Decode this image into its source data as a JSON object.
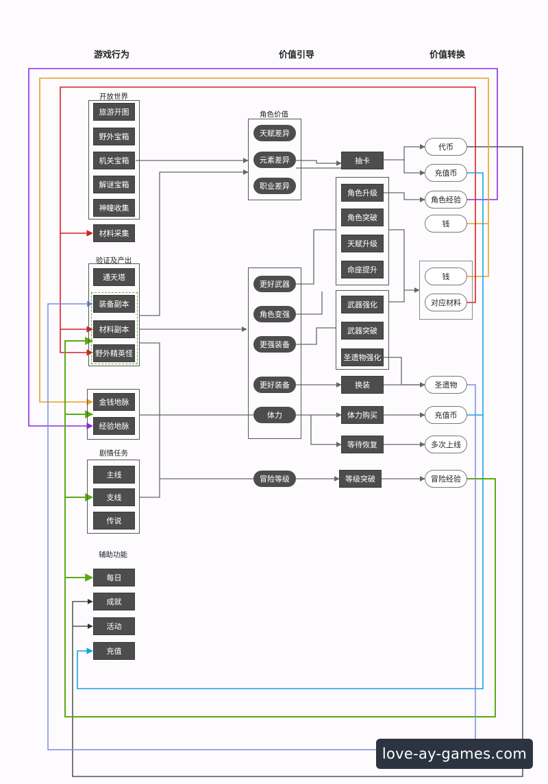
{
  "headers": {
    "behavior": "游戏行为",
    "guidance": "价值引导",
    "conversion": "价值转换"
  },
  "groups": {
    "open_world": {
      "title": "开放世界",
      "items": [
        "旅游开图",
        "野外宝箱",
        "机关宝箱",
        "解谜宝箱",
        "神瞳收集"
      ]
    },
    "material_gather": "材料采集",
    "verify_output": {
      "title": "验证及产出",
      "items": [
        "通天塔",
        "装备副本",
        "材料副本",
        "野外精英怪"
      ]
    },
    "ley_lines": {
      "items": [
        "金钱地脉",
        "经验地脉"
      ]
    },
    "quests": {
      "title": "剧情任务",
      "items": [
        "主线",
        "支线",
        "传说"
      ]
    },
    "aux": {
      "title": "辅助功能",
      "items": [
        "每日",
        "成就",
        "活动",
        "充值"
      ]
    },
    "role_value": {
      "title": "角色价值",
      "items": [
        "天赋差异",
        "元素差异",
        "职业差异"
      ]
    },
    "guidance_items": [
      "更好武器",
      "角色变强",
      "更强装备",
      "更好装备",
      "体力"
    ],
    "adventure_level": "冒险等级",
    "mid": {
      "gacha": "抽卡",
      "role_upgrade": [
        "角色升级",
        "角色突破",
        "天赋升级",
        "命座提升"
      ],
      "weapon": [
        "武器强化",
        "武器突破",
        "圣遗物强化"
      ],
      "swap": "换装",
      "stamina_buy": "体力购买",
      "wait_recover": "等待恢复",
      "level_break": "等级突破"
    },
    "conversion": {
      "token": "代币",
      "topup_coin": "充值币",
      "role_exp": "角色经验",
      "money": "钱",
      "box": [
        "钱",
        "对应材料"
      ],
      "artifact": "圣遗物",
      "topup_coin2": "充值币",
      "multi_login": "多次上线",
      "adventure_exp": "冒险经验"
    }
  },
  "colors": {
    "purple": "#8a2be2",
    "orange": "#e8a020",
    "red": "#d42020",
    "blue": "#1aa0e0",
    "green": "#5aaa10",
    "periwinkle": "#7a8ce0",
    "gray": "#666666",
    "dark": "#333333"
  },
  "watermark": "love-ay-games.com"
}
